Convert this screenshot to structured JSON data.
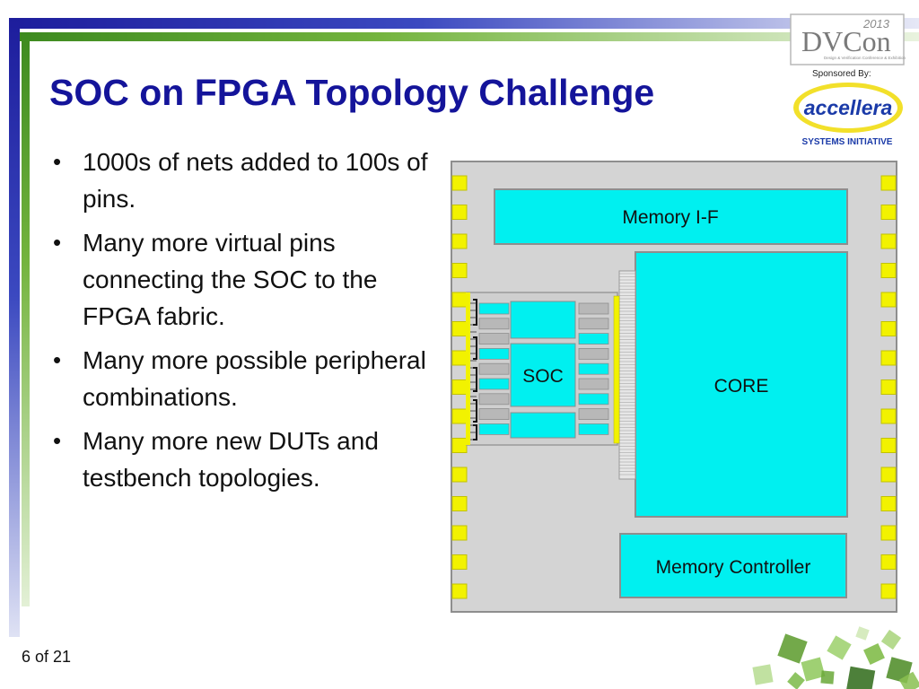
{
  "slide": {
    "title": "SOC on FPGA Topology Challenge",
    "bullets": [
      "1000s of nets added to 100s of pins.",
      "Many more virtual pins connecting the SOC to the FPGA fabric.",
      "Many more possible peripheral combinations.",
      "Many more new DUTs and testbench topologies."
    ],
    "page_number": "6 of 21"
  },
  "logos": {
    "dvcon_text": "DVCon",
    "dvcon_year": "2013",
    "dvcon_tagline": "Design & Verification Conference & Exhibition",
    "sponsored_by": "Sponsored By:",
    "accellera_text": "accellera",
    "accellera_subtitle": "SYSTEMS INITIATIVE"
  },
  "diagram": {
    "memory_if_label": "Memory I-F",
    "core_label": "CORE",
    "soc_label": "SOC",
    "memory_controller_label": "Memory Controller"
  },
  "colors": {
    "title": "#14149a",
    "box_fill": "#00f0f0",
    "chip_fill": "#d4d4d4",
    "pin_fill": "#f2f200",
    "peripheral_gray": "#b8b8b8",
    "accellera_blue": "#1a3aa8"
  }
}
